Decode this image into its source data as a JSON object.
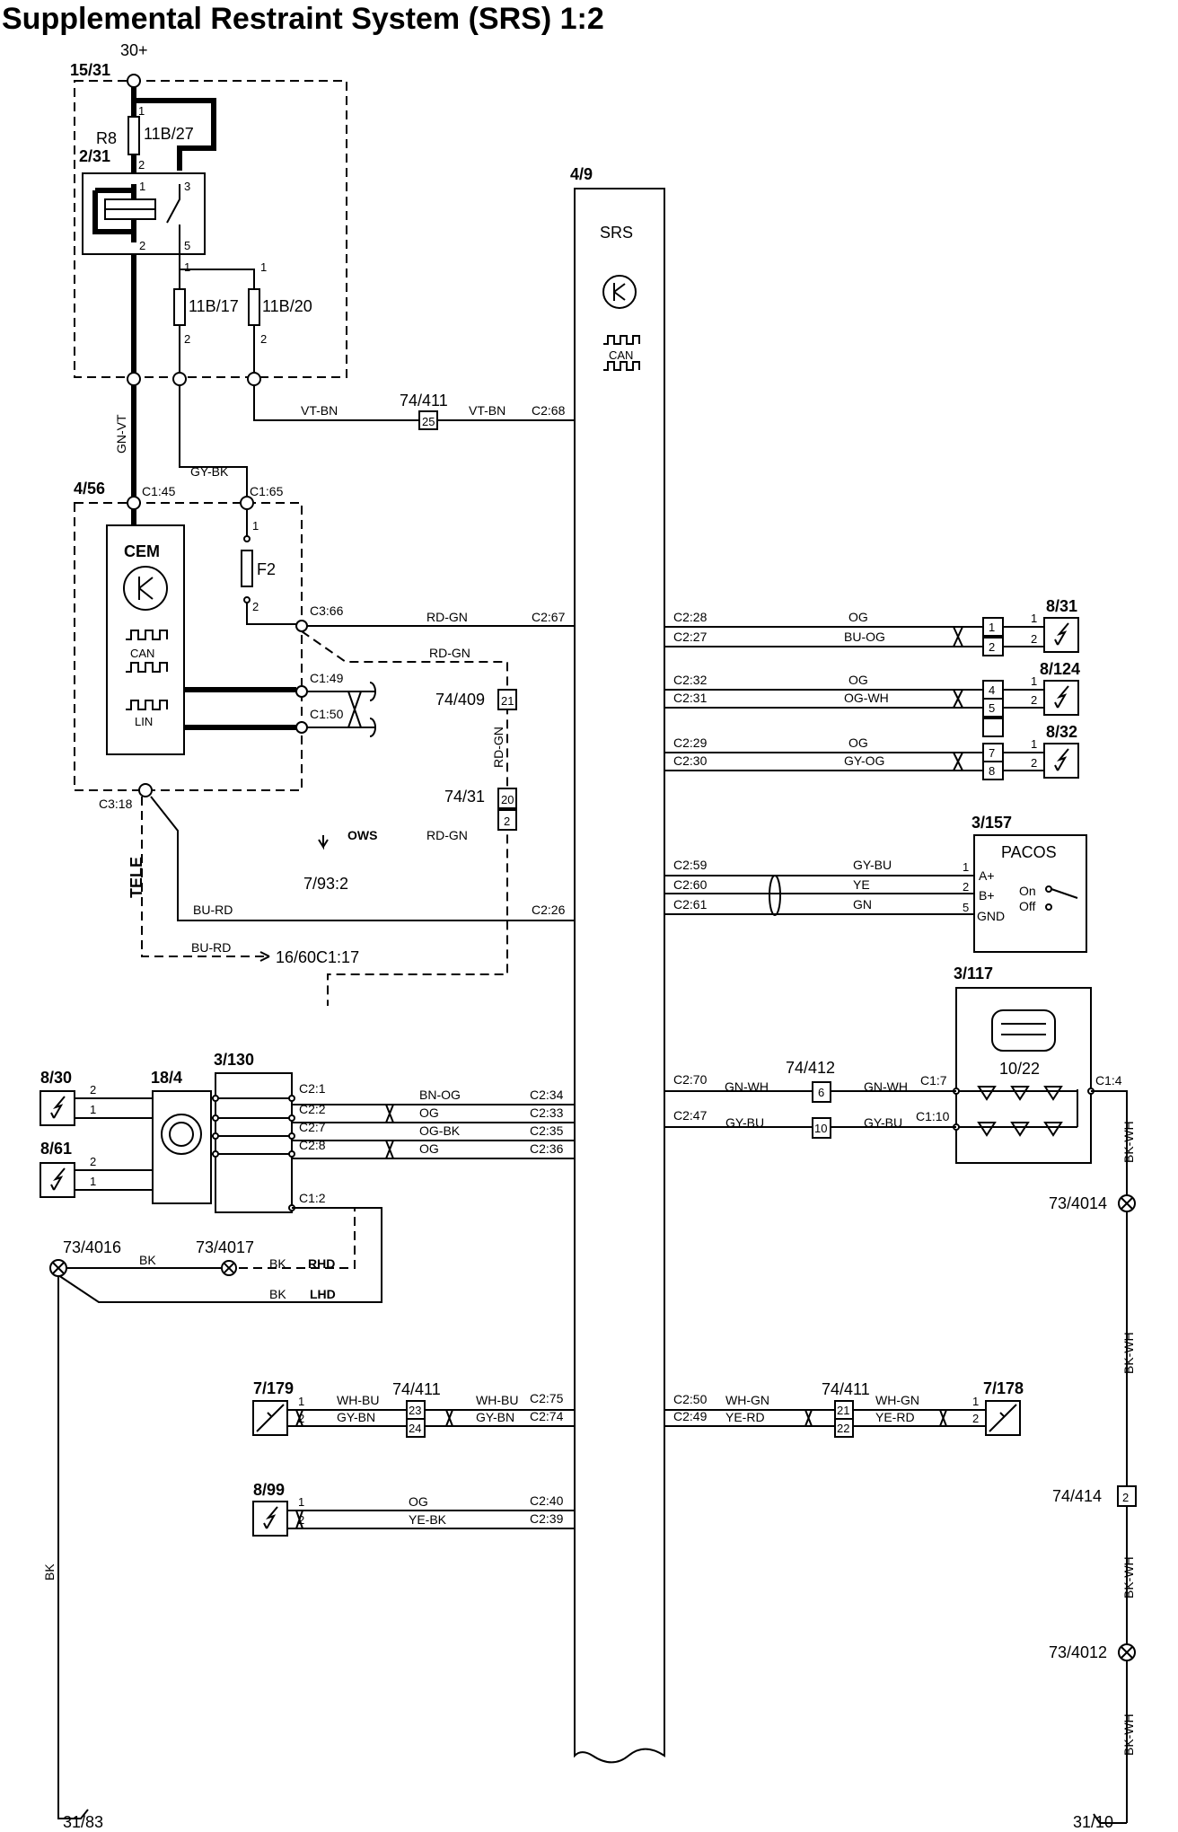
{
  "title": "Supplemental Restraint System (SRS) 1:2",
  "top": {
    "power": "30+",
    "fusebox": "15/31",
    "relay_ref": "R8",
    "relay_id": "2/31",
    "fuse_main": "11B/27",
    "fuse_a": "11B/17",
    "fuse_b": "11B/20"
  },
  "cem": {
    "id": "4/56",
    "name": "CEM",
    "fuse": "F2",
    "can": "CAN",
    "lin": "LIN",
    "pins": {
      "c145": "C1:45",
      "c165": "C1:65",
      "c366": "C3:66",
      "c149": "C1:49",
      "c150": "C1:50",
      "c318": "C3:18"
    }
  },
  "srs": {
    "id": "4/9",
    "name": "SRS",
    "can": "CAN"
  },
  "wires": {
    "vtbn": "VT-BN",
    "gnvt": "GN-VT",
    "gybk": "GY-BK",
    "rdgn": "RD-GN",
    "burd": "BU-RD",
    "og": "OG",
    "buog": "BU-OG",
    "ogwh": "OG-WH",
    "gyog": "GY-OG",
    "gybu": "GY-BU",
    "ye": "YE",
    "gn": "GN",
    "gnwh": "GN-WH",
    "bnog": "BN-OG",
    "ogbk": "OG-BK",
    "bk": "BK",
    "whbu": "WH-BU",
    "gybn": "GY-BN",
    "whgn": "WH-GN",
    "yerd": "YE-RD",
    "yebk": "YE-BK",
    "bkwh": "BK-WH"
  },
  "connectors": {
    "c74_411": "74/411",
    "c74_409": "74/409",
    "c74_31": "74/31",
    "c74_412": "74/412",
    "c74_414": "74/414",
    "p25": "25",
    "p21": "21",
    "p20": "20",
    "p2": "2",
    "p6": "6",
    "p10": "10",
    "p23": "23",
    "p24": "24",
    "p21b": "21",
    "p22": "22",
    "p2b": "2"
  },
  "srs_pins": {
    "c268": "C2:68",
    "c267": "C2:67",
    "c226": "C2:26",
    "c234": "C2:34",
    "c233": "C2:33",
    "c235": "C2:35",
    "c236": "C2:36",
    "c275": "C2:75",
    "c274": "C2:74",
    "c240": "C2:40",
    "c239": "C2:39",
    "c228": "C2:28",
    "c227": "C2:27",
    "c232": "C2:32",
    "c231": "C2:31",
    "c229": "C2:29",
    "c230": "C2:30",
    "c259": "C2:59",
    "c260": "C2:60",
    "c261": "C2:61",
    "c270": "C2:70",
    "c247": "C2:47",
    "c250": "C2:50",
    "c249": "C2:49"
  },
  "ows": {
    "label": "OWS",
    "ref": "7/93:2"
  },
  "tele": {
    "label": "TELE",
    "ref": "16/60C1:17"
  },
  "squibs": {
    "s831": "8/31",
    "s8124": "8/124",
    "s832": "8/32",
    "s830": "8/30",
    "s861": "8/61",
    "s899": "8/99"
  },
  "pacos": {
    "id": "3/157",
    "name": "PACOS",
    "on": "On",
    "off": "Off",
    "a": "A+",
    "b": "B+",
    "gnd": "GND"
  },
  "indicator": {
    "id": "3/117",
    "sub": "10/22",
    "c17": "C1:7",
    "c110": "C1:10",
    "c14": "C1:4"
  },
  "clock": {
    "id": "18/4",
    "module": "3/130",
    "c21": "C2:1",
    "c22": "C2:2",
    "c27": "C2:7",
    "c28": "C2:8",
    "c12": "C1:2"
  },
  "grounds": {
    "g4016": "73/4016",
    "g4017": "73/4017",
    "g4014": "73/4014",
    "g4012": "73/4012",
    "e3183": "31/83",
    "e3110": "31/10",
    "rhd": "RHD",
    "lhd": "LHD"
  },
  "sensors": {
    "s7179": "7/179",
    "s7178": "7/178"
  }
}
